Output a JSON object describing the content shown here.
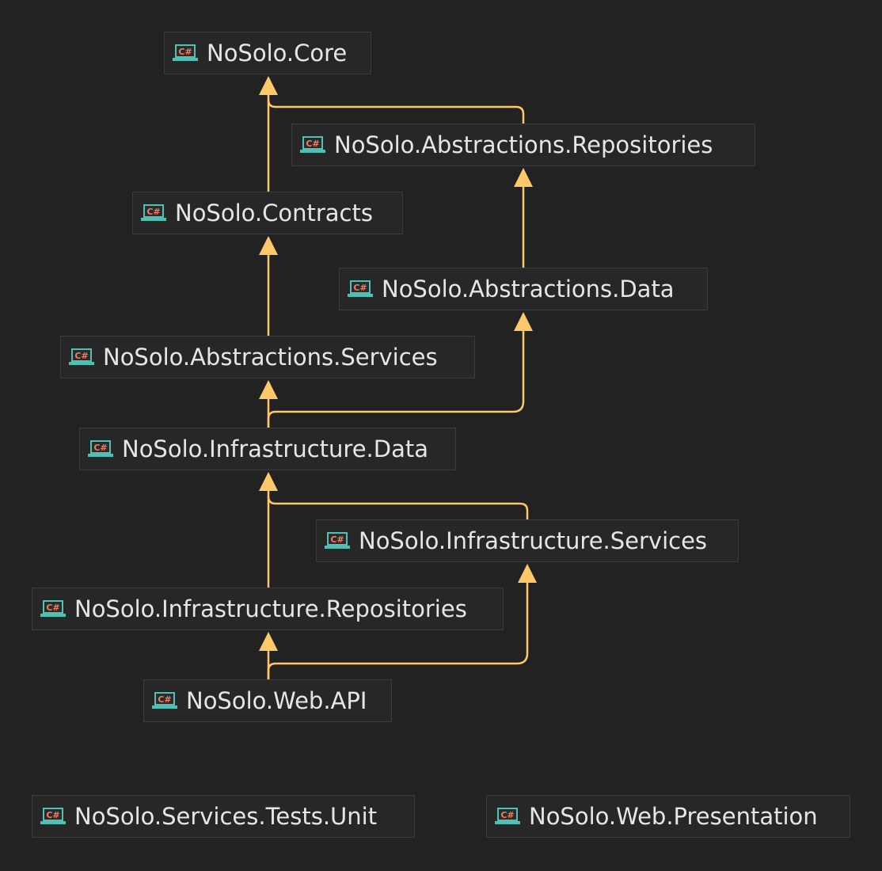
{
  "diagram": {
    "colors": {
      "background": "#222222",
      "node_background": "#272727",
      "node_border": "#3c3c3c",
      "node_text": "#e6e6e6",
      "edge": "#ffc868",
      "icon_teal": "#4fc0b3",
      "icon_csharp": "#f07e5d"
    },
    "icon_name": "csharp-project-icon",
    "nodes": [
      {
        "id": "core",
        "label": "NoSolo.Core"
      },
      {
        "id": "abstractions-repositories",
        "label": "NoSolo.Abstractions.Repositories"
      },
      {
        "id": "contracts",
        "label": "NoSolo.Contracts"
      },
      {
        "id": "abstractions-data",
        "label": "NoSolo.Abstractions.Data"
      },
      {
        "id": "abstractions-services",
        "label": "NoSolo.Abstractions.Services"
      },
      {
        "id": "infrastructure-data",
        "label": "NoSolo.Infrastructure.Data"
      },
      {
        "id": "infrastructure-services",
        "label": "NoSolo.Infrastructure.Services"
      },
      {
        "id": "infrastructure-repositories",
        "label": "NoSolo.Infrastructure.Repositories"
      },
      {
        "id": "web-api",
        "label": "NoSolo.Web.API"
      },
      {
        "id": "services-tests-unit",
        "label": "NoSolo.Services.Tests.Unit"
      },
      {
        "id": "web-presentation",
        "label": "NoSolo.Web.Presentation"
      }
    ],
    "edges": [
      {
        "from": "contracts",
        "to": "core"
      },
      {
        "from": "abstractions-repositories",
        "to": "core"
      },
      {
        "from": "abstractions-data",
        "to": "abstractions-repositories"
      },
      {
        "from": "abstractions-services",
        "to": "contracts"
      },
      {
        "from": "infrastructure-data",
        "to": "abstractions-services"
      },
      {
        "from": "infrastructure-data",
        "to": "abstractions-data"
      },
      {
        "from": "infrastructure-repositories",
        "to": "infrastructure-data"
      },
      {
        "from": "infrastructure-services",
        "to": "infrastructure-data"
      },
      {
        "from": "web-api",
        "to": "infrastructure-repositories"
      },
      {
        "from": "web-api",
        "to": "infrastructure-services"
      }
    ]
  }
}
